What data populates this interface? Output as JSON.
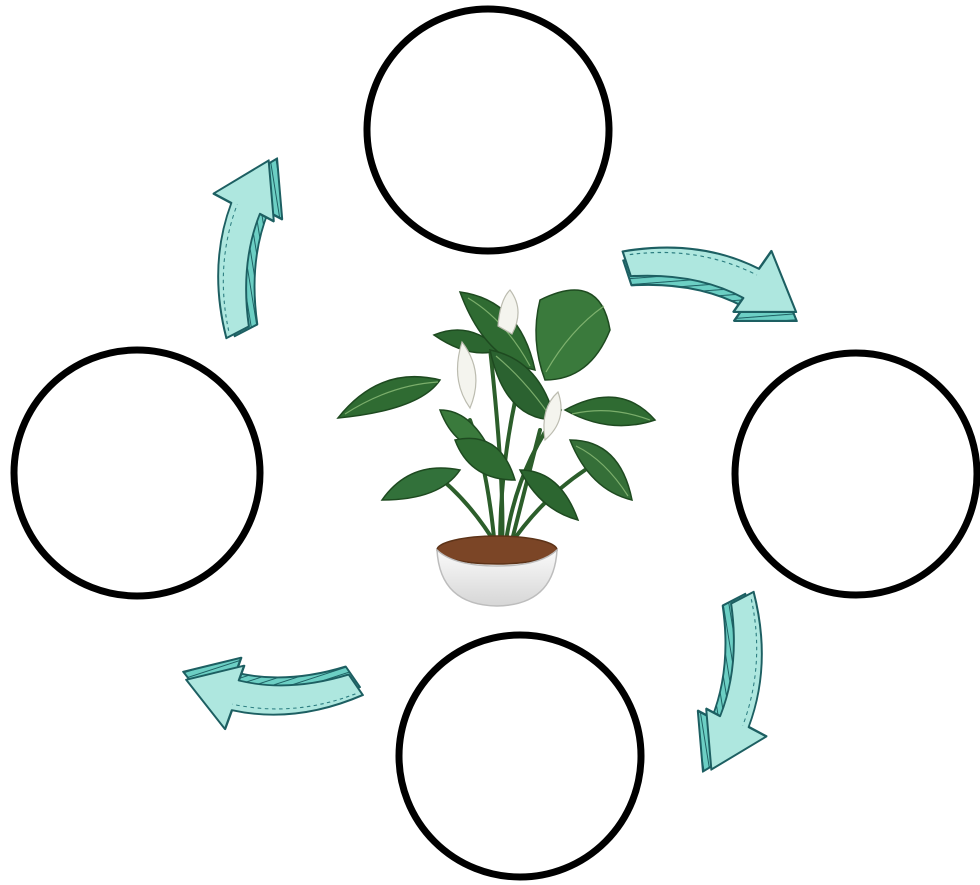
{
  "diagram": {
    "type": "cycle",
    "center_image": "potted-peace-lily-plant",
    "circles": [
      {
        "id": "top",
        "label": ""
      },
      {
        "id": "right",
        "label": ""
      },
      {
        "id": "bottom",
        "label": ""
      },
      {
        "id": "left",
        "label": ""
      }
    ],
    "arrows": [
      {
        "from": "top",
        "to": "right"
      },
      {
        "from": "right",
        "to": "bottom"
      },
      {
        "from": "bottom",
        "to": "left"
      },
      {
        "from": "left",
        "to": "top"
      }
    ],
    "colors": {
      "arrow_fill": "#aee7df",
      "arrow_outline": "#1d5f62",
      "circle_stroke": "#000000",
      "leaf": "#2f6b32",
      "flower": "#f4f4ee",
      "pot": "#ececec",
      "soil": "#7b4526"
    }
  }
}
